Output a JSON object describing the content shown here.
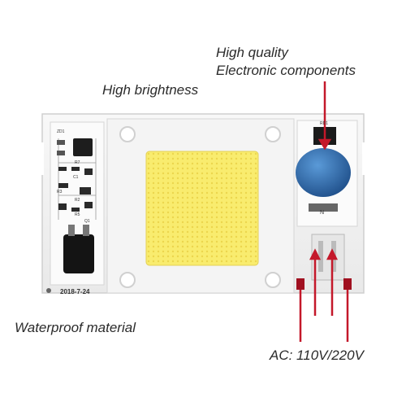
{
  "labels": {
    "high_quality": "High quality",
    "electronic_components": "Electronic components",
    "high_brightness": "High brightness",
    "waterproof_material": "Waterproof material",
    "ac_voltage": "AC: 110V/220V"
  },
  "pcb": {
    "date_code": "2018-7-24",
    "left_markings": [
      "ZD1",
      "R7",
      "C1",
      "R3",
      "R2",
      "R5",
      "Q1"
    ],
    "right_marking": "RD1",
    "n_marking": "N"
  },
  "colors": {
    "led_yellow": "#f7e96a",
    "varistor_blue": "#2f6fb0",
    "arrow_red": "#c4182a",
    "board_white": "#f3f3f3"
  }
}
